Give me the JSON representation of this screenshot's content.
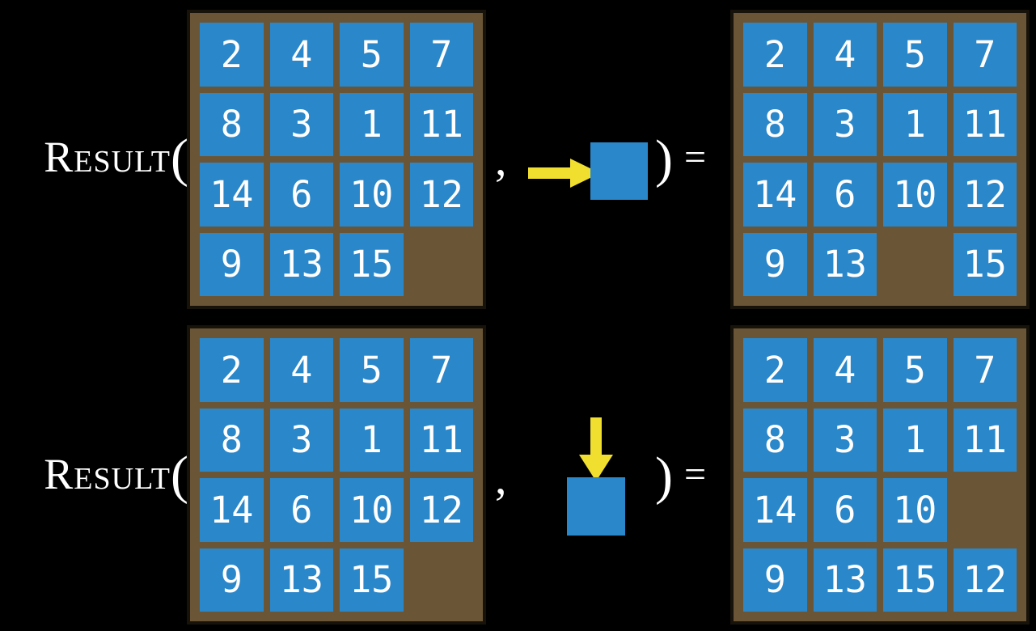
{
  "colors": {
    "background": "#000000",
    "board_background": "#6a5637",
    "tile_fill": "#2a87ca",
    "tile_text": "#ffffff",
    "arrow_fill": "#f1df30",
    "label_text": "#ffffff"
  },
  "rows": [
    {
      "function_label": "Result",
      "open_paren": "(",
      "comma": ",",
      "close_paren": ")",
      "equals": "=",
      "action_direction": "right",
      "input_board": [
        [
          2,
          4,
          5,
          7
        ],
        [
          8,
          3,
          1,
          11
        ],
        [
          14,
          6,
          10,
          12
        ],
        [
          9,
          13,
          15,
          null
        ]
      ],
      "output_board": [
        [
          2,
          4,
          5,
          7
        ],
        [
          8,
          3,
          1,
          11
        ],
        [
          14,
          6,
          10,
          12
        ],
        [
          9,
          13,
          null,
          15
        ]
      ]
    },
    {
      "function_label": "Result",
      "open_paren": "(",
      "comma": ",",
      "close_paren": ")",
      "equals": "=",
      "action_direction": "down",
      "input_board": [
        [
          2,
          4,
          5,
          7
        ],
        [
          8,
          3,
          1,
          11
        ],
        [
          14,
          6,
          10,
          12
        ],
        [
          9,
          13,
          15,
          null
        ]
      ],
      "output_board": [
        [
          2,
          4,
          5,
          7
        ],
        [
          8,
          3,
          1,
          11
        ],
        [
          14,
          6,
          10,
          null
        ],
        [
          9,
          13,
          15,
          12
        ]
      ]
    }
  ]
}
